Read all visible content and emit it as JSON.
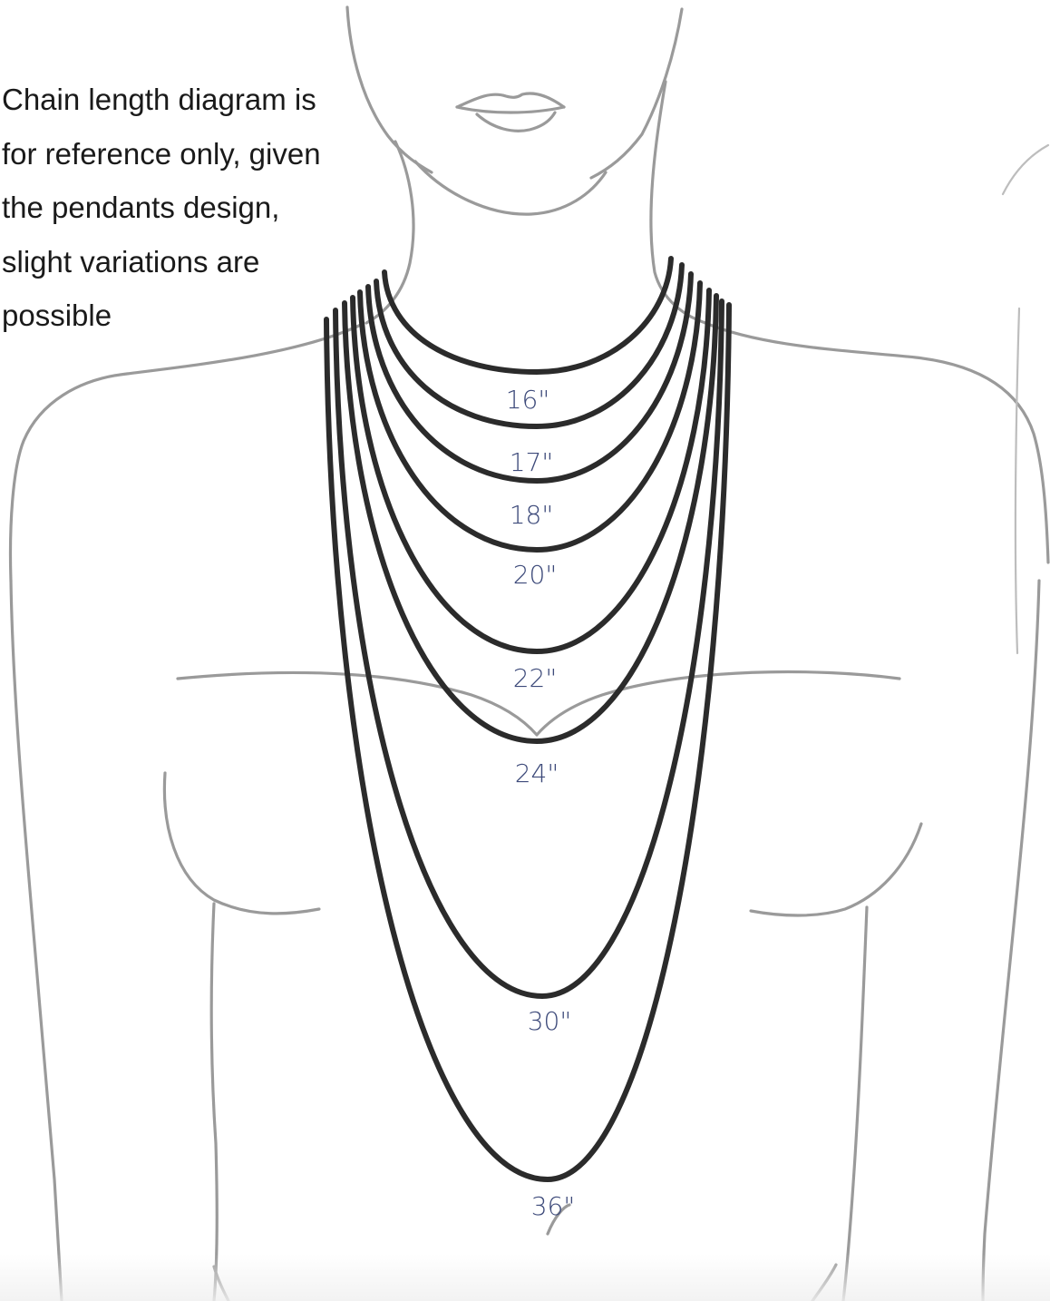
{
  "note": {
    "lines": [
      "Chain length diagram is",
      "for reference only, given",
      "the pendants design,",
      "slight variations are",
      "possible"
    ]
  },
  "chain_lengths": [
    "16\"",
    "17\"",
    "18\"",
    "20\"",
    "22\"",
    "24\"",
    "30\"",
    "36\""
  ],
  "colors": {
    "outline": "#9a9a9a",
    "chain": "#2b2b2b",
    "label": "#3d4a7a",
    "text": "#1a1a1a"
  }
}
